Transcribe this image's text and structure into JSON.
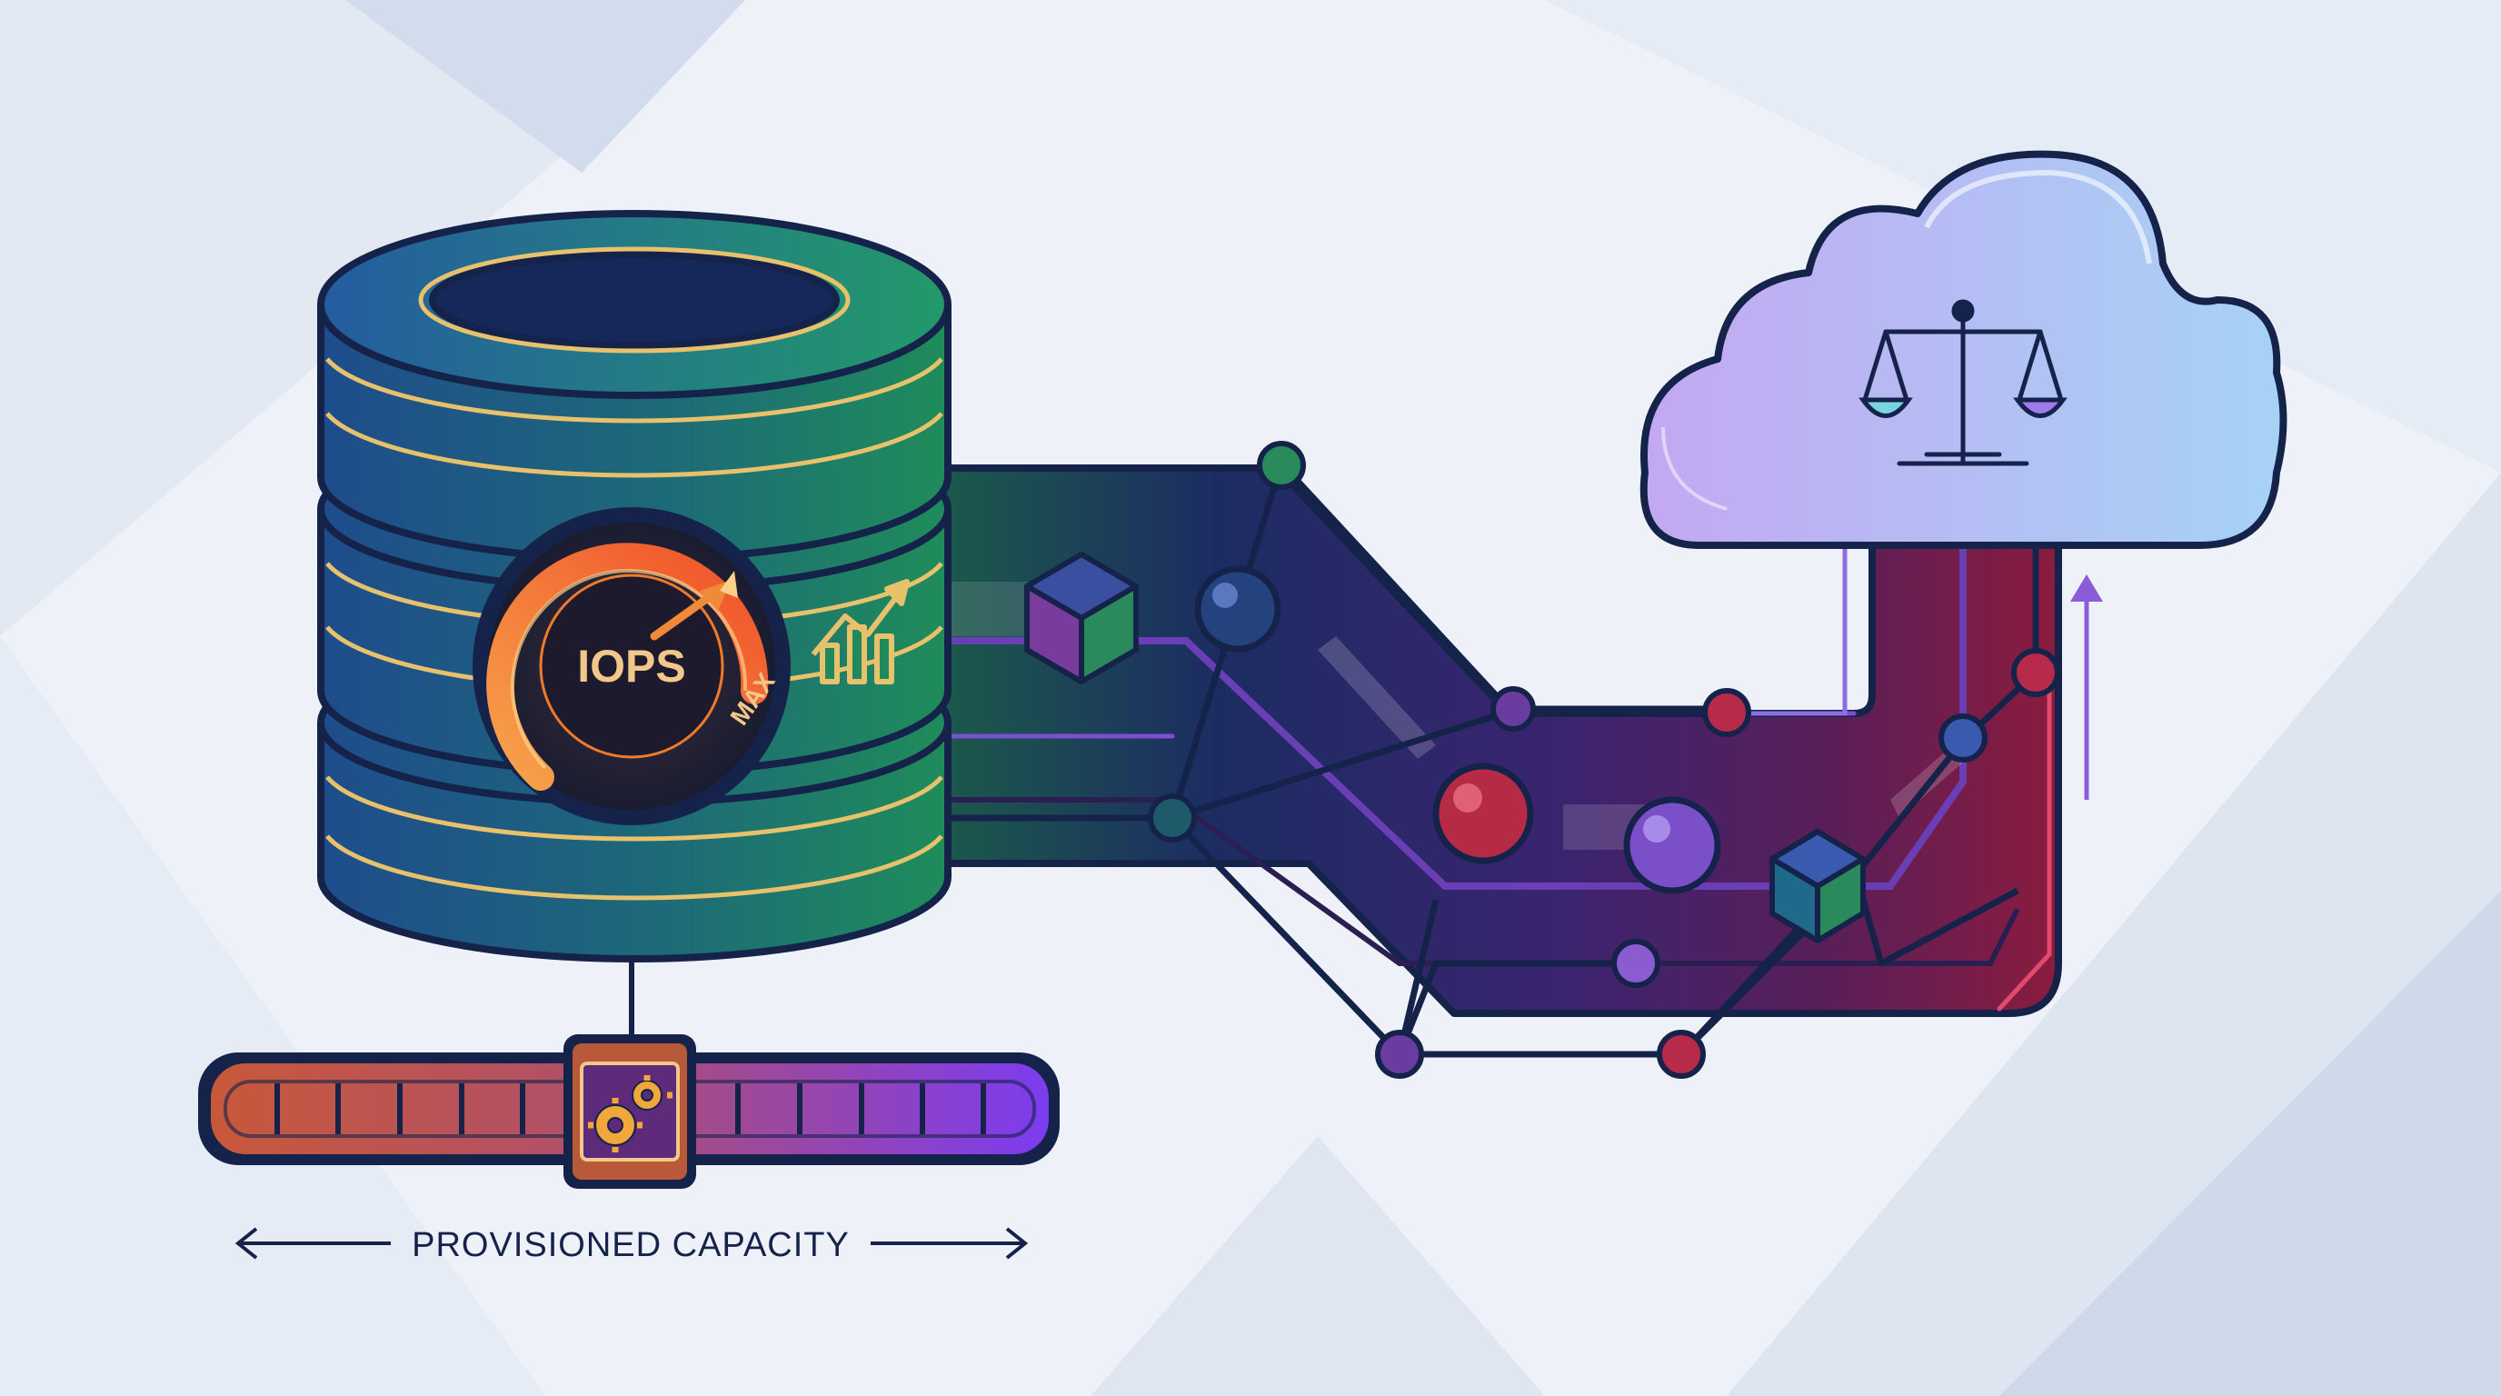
{
  "gauge": {
    "label": "IOPS",
    "max_label": "MAX"
  },
  "capacity": {
    "caption": "PROVISIONED CAPACITY"
  },
  "icons": {
    "database": "database-cylinder-icon",
    "gauge": "iops-speedometer-icon",
    "trend": "trend-up-chart-icon",
    "slider": "capacity-slider",
    "gears": "gears-icon",
    "cloud": "cloud-icon",
    "scale": "balance-scale-icon",
    "arrow": "up-arrow-icon"
  },
  "colors": {
    "background": "#eef2f8",
    "db_blue": "#1f4e8a",
    "db_green": "#1f8a5c",
    "outline": "#15234a",
    "gold": "#e7c16b",
    "gauge_orange": "#f07a2a",
    "pipe_navy": "#1c2a5e",
    "pipe_purple": "#4a2a78",
    "pipe_crimson": "#8b1e44",
    "cloud_purple": "#b79ef0",
    "cloud_blue": "#a9d4f4"
  }
}
